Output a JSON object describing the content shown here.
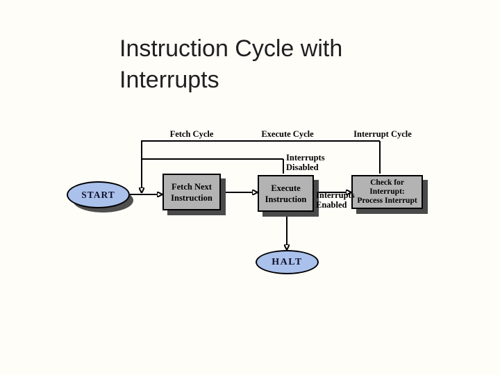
{
  "slide": {
    "title": "Instruction Cycle with Interrupts"
  },
  "diagram": {
    "cycle_labels": [
      {
        "label": "Fetch Cycle"
      },
      {
        "label": "Execute Cycle"
      },
      {
        "label": "Interrupt Cycle"
      }
    ],
    "nodes": {
      "start": {
        "label": "START",
        "shape": "ellipse"
      },
      "fetch": {
        "label": "Fetch Next\nInstruction",
        "shape": "rect"
      },
      "execute": {
        "label": "Execute\nInstruction",
        "shape": "rect"
      },
      "check": {
        "label": "Check for\nInterrupt:\nProcess Interrupt",
        "shape": "rect"
      },
      "halt": {
        "label": "HALT",
        "shape": "ellipse"
      }
    },
    "notes": {
      "disabled": "Interrupts\nDisabled",
      "enabled": "Interrupts\nEnabled"
    },
    "colors": {
      "background": "#FFFDF8",
      "box_fill": "#B3B3B3",
      "ellipse_fill": "#AAC1EC",
      "shadow": "#4A4A4A",
      "line": "#000000",
      "title_text": "#1F1F1F"
    }
  }
}
